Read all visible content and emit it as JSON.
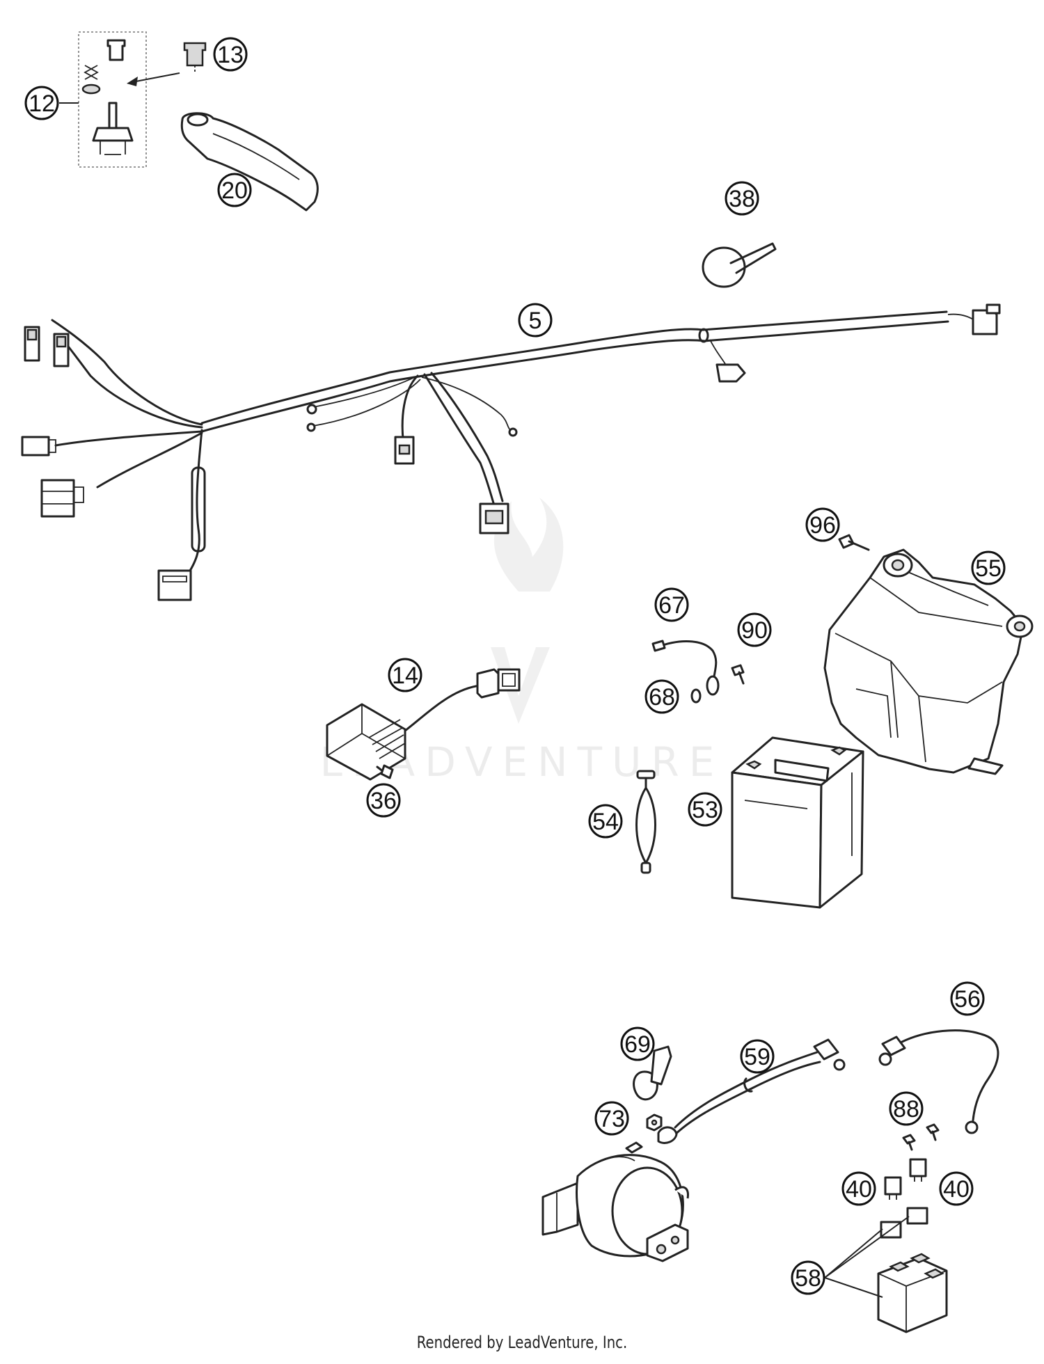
{
  "diagram": {
    "callouts": [
      "12",
      "13",
      "20",
      "38",
      "5",
      "96",
      "55",
      "67",
      "90",
      "68",
      "14",
      "36",
      "54",
      "53",
      "56",
      "69",
      "59",
      "73",
      "88",
      "40",
      "40",
      "58"
    ],
    "watermark": "LEADVENTURE"
  },
  "footer": {
    "text": "Rendered by LeadVenture, Inc."
  }
}
